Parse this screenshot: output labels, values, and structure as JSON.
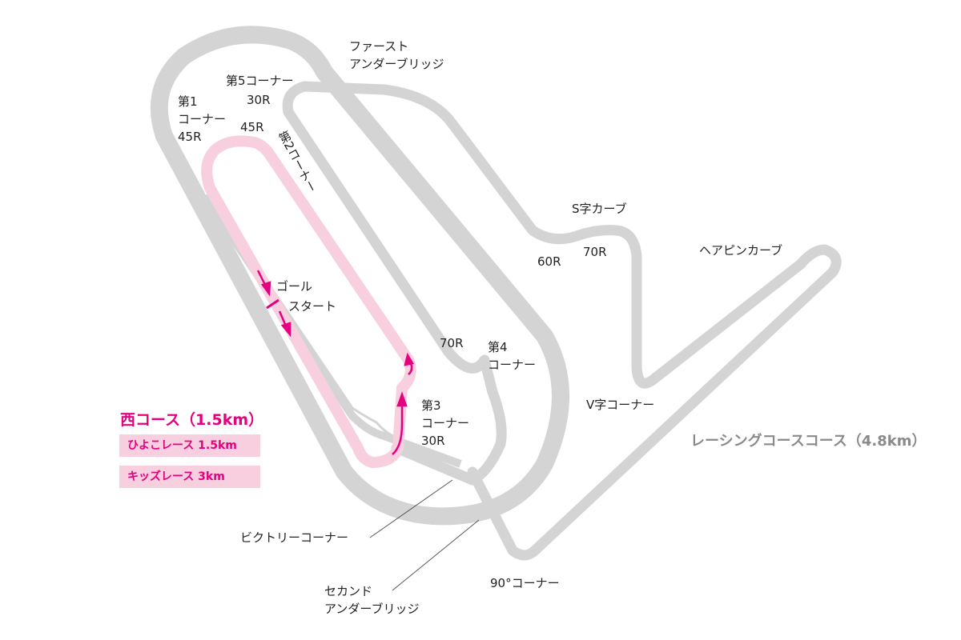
{
  "colors": {
    "pink": "#e4007f",
    "pink_light": "#f8cfdf",
    "track_gray": "#d4d4d5",
    "racing_label": "#8a8a8a"
  },
  "labels": {
    "first_underbridge": "ファースト\nアンダーブリッジ",
    "corner5": "第5コーナー",
    "corner5_r": "30R",
    "corner1": "第1\nコーナー\n45R",
    "corner1_45r": "45R",
    "corner2": "第2コーナー",
    "goal": "ゴール",
    "start": "スタート",
    "s_curve": "S字カーブ",
    "r60": "60R",
    "r70a": "70R",
    "hairpin": "ヘアピンカーブ",
    "r70b": "70R",
    "corner4": "第4\nコーナー",
    "corner3": "第3\nコーナー\n30R",
    "v_corner": "V字コーナー",
    "victory_corner": "ビクトリーコーナー",
    "second_underbridge": "セカンド\nアンダーブリッジ",
    "corner90": "90°コーナー"
  },
  "legend": {
    "west_course": "西コース（1.5km）",
    "items": [
      "ひよこレース 1.5km",
      "キッズレース 3km"
    ]
  },
  "racing_course": "レーシングコースコース（4.8km）"
}
